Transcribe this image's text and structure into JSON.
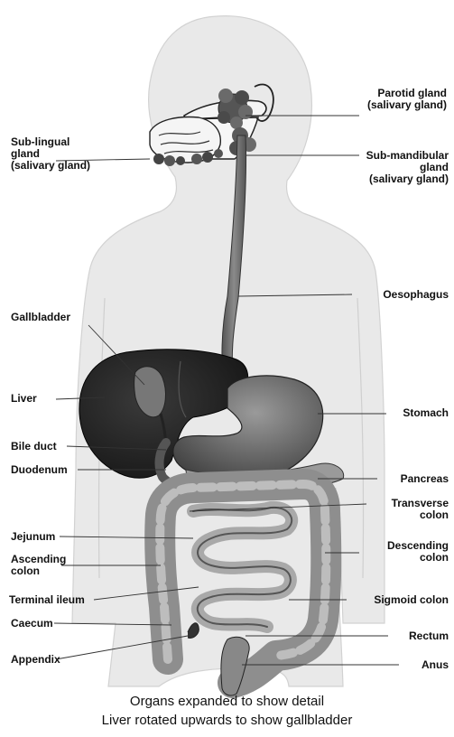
{
  "labels": {
    "parotid": [
      "Parotid gland",
      "(salivary gland)"
    ],
    "sublingual": [
      "Sub-lingual",
      "gland",
      "(salivary gland)"
    ],
    "submandibular": [
      "Sub-mandibular",
      "gland",
      "(salivary gland)"
    ],
    "oesophagus": "Oesophagus",
    "gallbladder": "Gallbladder",
    "liver": "Liver",
    "stomach": "Stomach",
    "bile_duct": "Bile duct",
    "duodenum": "Duodenum",
    "pancreas": "Pancreas",
    "transverse_colon": [
      "Transverse",
      "colon"
    ],
    "jejunum": "Jejunum",
    "ascending_colon": [
      "Ascending",
      "colon"
    ],
    "descending_colon": [
      "Descending",
      "colon"
    ],
    "terminal_ileum": "Terminal ileum",
    "sigmoid_colon": "Sigmoid colon",
    "caecum": "Caecum",
    "rectum": "Rectum",
    "appendix": "Appendix",
    "anus": "Anus"
  },
  "caption": {
    "line1": "Organs expanded to show detail",
    "line2": "Liver rotated upwards to show gallbladder"
  }
}
